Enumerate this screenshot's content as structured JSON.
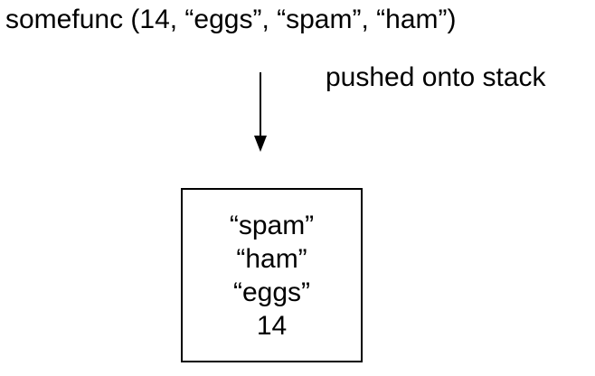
{
  "call": "somefunc (14, “eggs”, “spam”, “ham”)",
  "caption": "pushed onto stack",
  "stack": [
    "“spam”",
    "“ham”",
    "“eggs”",
    "14"
  ]
}
